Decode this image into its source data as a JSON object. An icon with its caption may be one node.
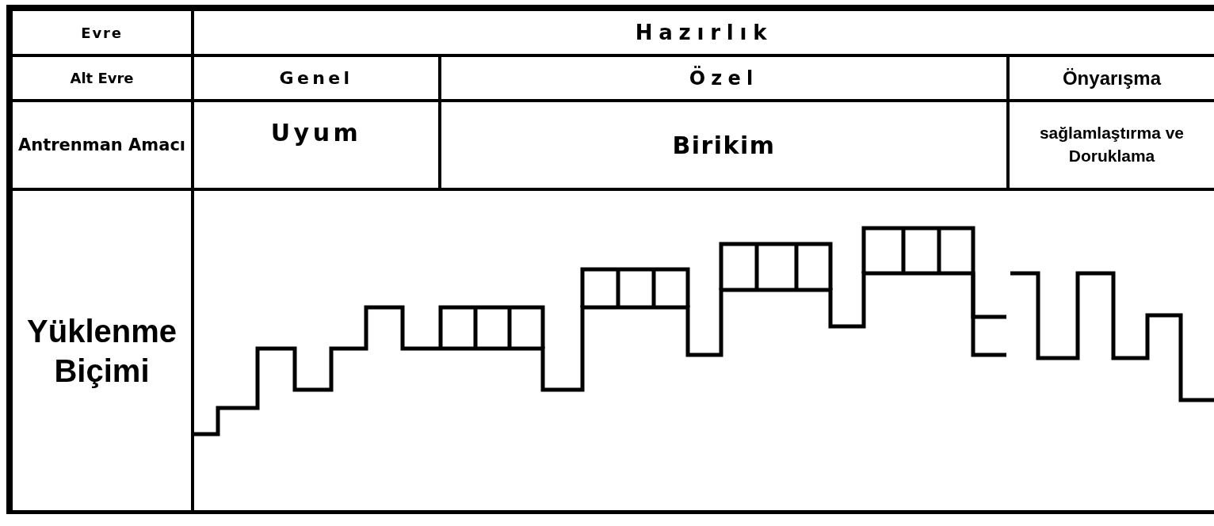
{
  "diagram": {
    "labels": [
      "Evre",
      "Hazırlık",
      "Alt Evre",
      "Genel",
      "Özel",
      "Önyarışma",
      "Antrenman Amacı",
      "Uyum",
      "Birikim",
      "sağlamlaştırma ve Doruklama",
      "Yüklenme Biçimi"
    ]
  }
}
